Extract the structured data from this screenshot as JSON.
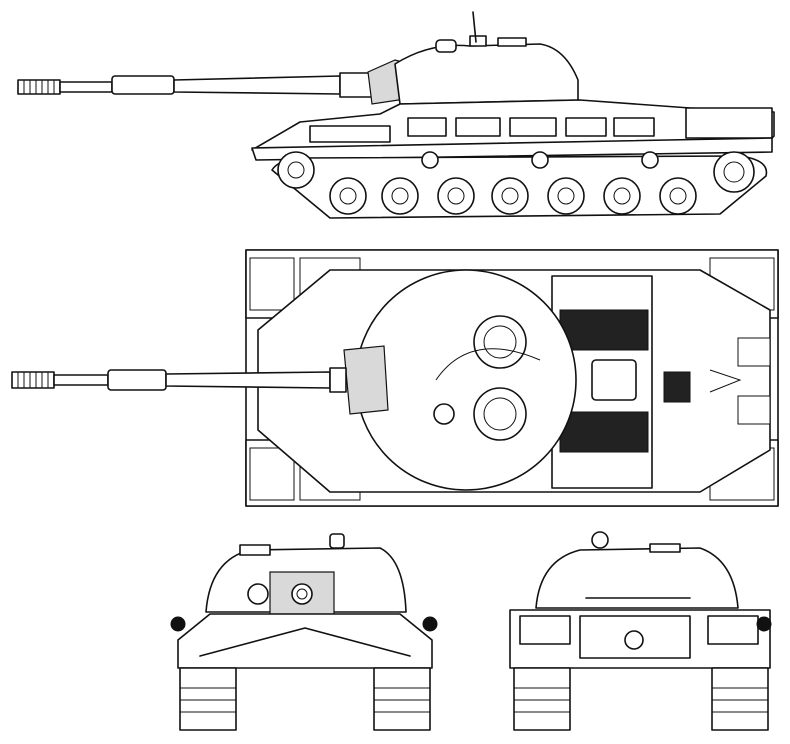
{
  "figure": {
    "views": [
      "side-view",
      "top-view",
      "front-view",
      "rear-view"
    ],
    "background": "#ffffff",
    "ink": "#111111"
  }
}
